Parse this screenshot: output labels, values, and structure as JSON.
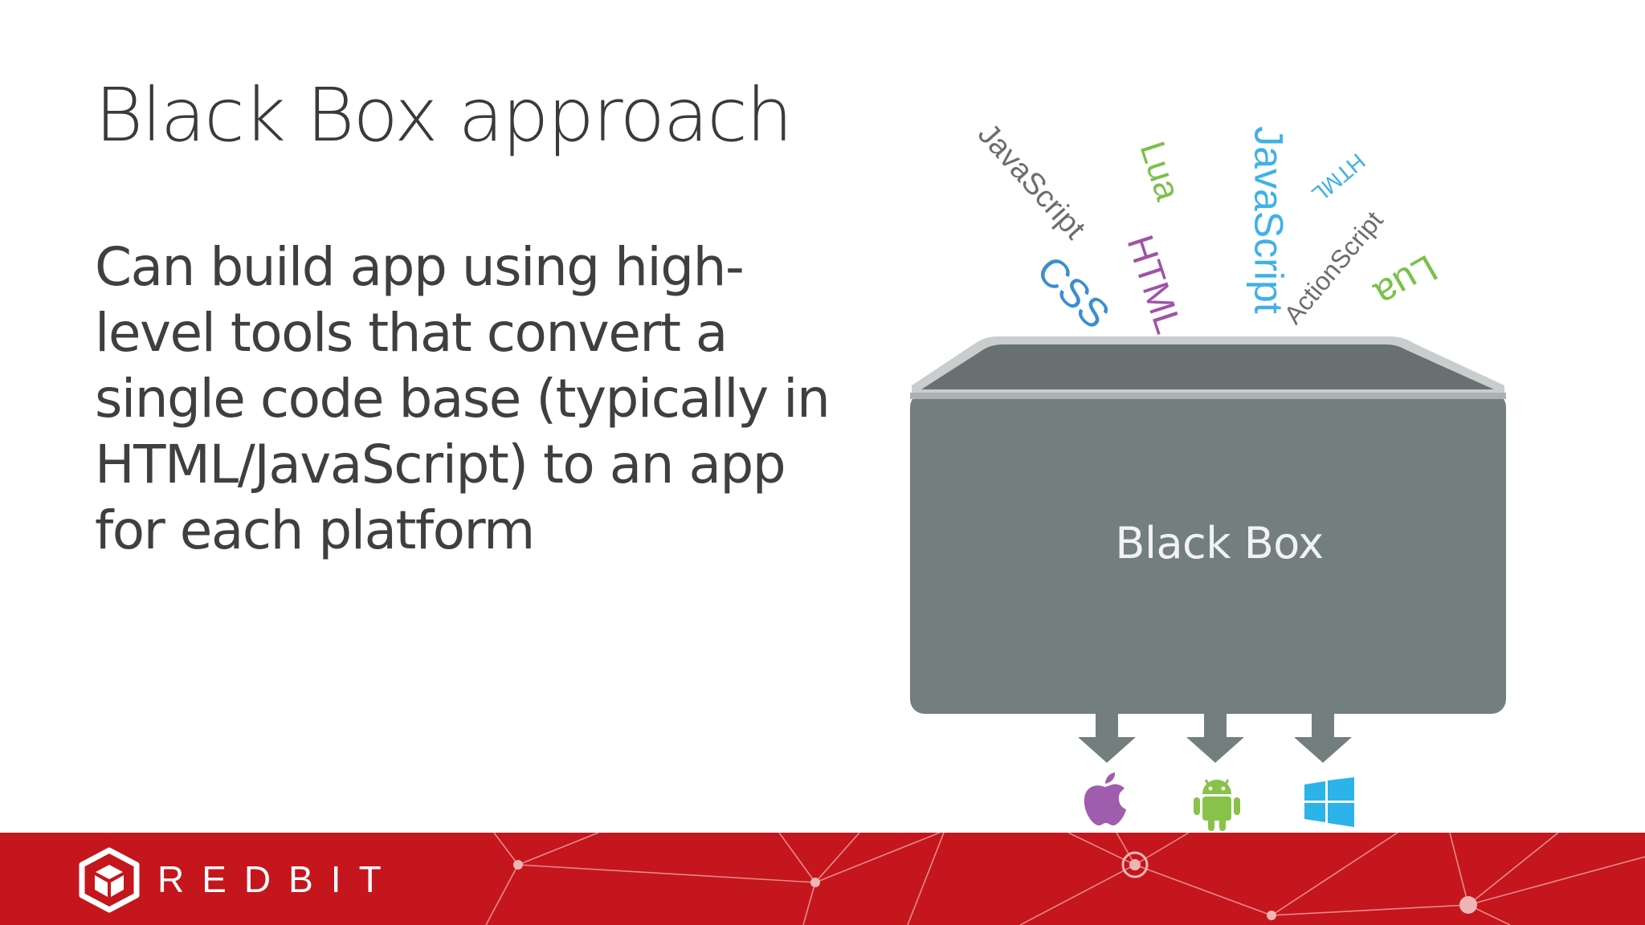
{
  "slide": {
    "title": "Black Box approach",
    "body_lines": [
      "Can build app using high-",
      "level tools that convert a",
      "single code base (typically in",
      "HTML/JavaScript) to an app",
      "for each platform"
    ]
  },
  "diagram": {
    "languages": [
      "JavaScript",
      "Lua",
      "JavaScript",
      "HTML",
      "CSS",
      "HTML",
      "ActionScript",
      "Lua"
    ],
    "box_label": "Black Box",
    "platform_icons": [
      "apple-icon",
      "android-icon",
      "windows-icon"
    ]
  },
  "footer": {
    "brand": "REDBIT",
    "logo_icon": "redbit-cube-icon"
  },
  "colors": {
    "box": "#737f7e",
    "footer": "#c4161c",
    "apple": "#a05dad",
    "android": "#89c24a",
    "windows": "#2bb3ea",
    "lua": "#79c14b",
    "html": "#a052a8",
    "javascript": "#3fb1e6",
    "css": "#3b8ecf",
    "grey_lang": "#6d6d6d"
  }
}
